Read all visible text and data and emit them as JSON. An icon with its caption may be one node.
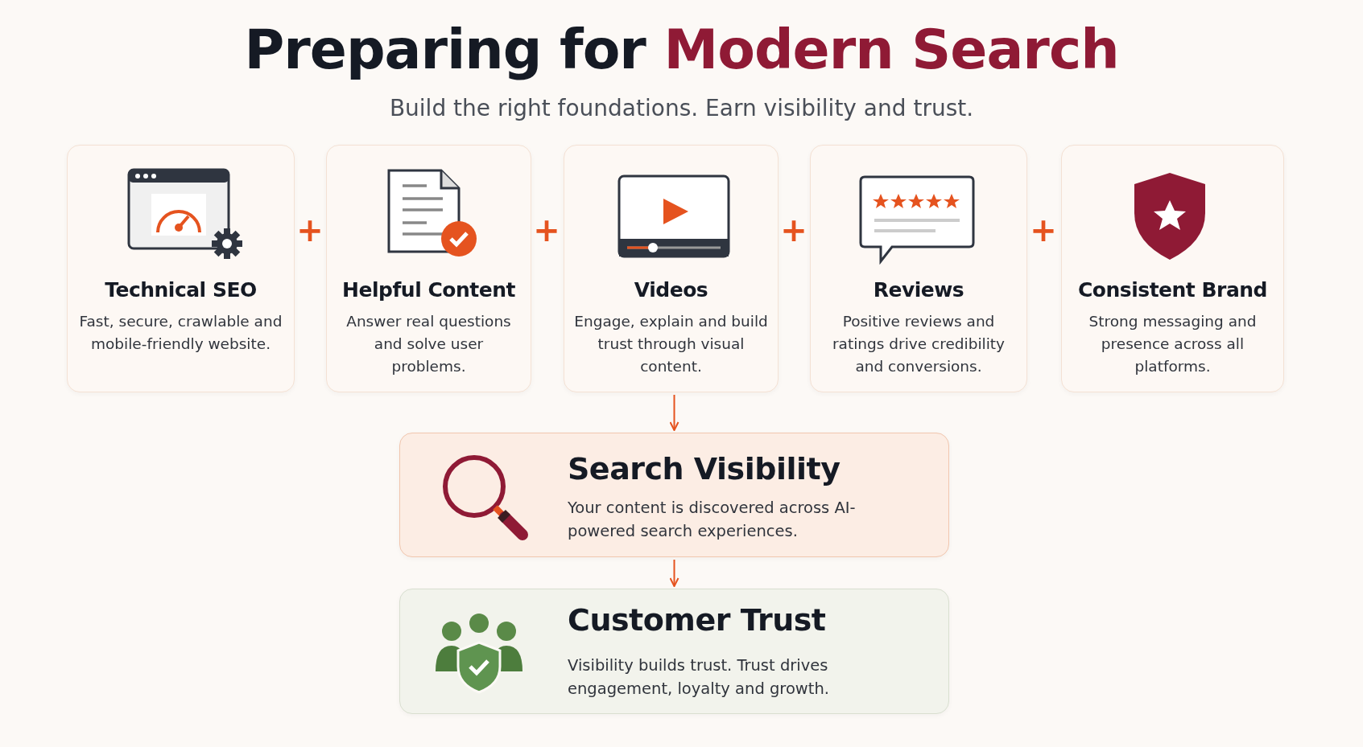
{
  "diagram": {
    "title": "Preparing for **Modern Search**",
    "caption": "Build the right foundations. Earn visibility and trust.",
    "nodes": [
      {
        "text": [
          "Technical SEO",
          "Fast, secure, crawlable and mobile-friendly website."
        ]
      },
      {
        "text": [
          "Helpful Content",
          "Answer real questions and solve user problems."
        ]
      },
      {
        "text": [
          "Videos",
          "Engage, explain and build trust through visual content."
        ]
      },
      {
        "text": [
          "Reviews",
          "Positive reviews and ratings drive credibility and conversions."
        ]
      },
      {
        "text": [
          "Consistent Brand",
          "Strong messaging and presence across all platforms."
        ]
      },
      {
        "text": [
          "Search Visibility",
          "Your content is discovered across AI-powered search experiences."
        ]
      },
      {
        "text": [
          "Customer Trust",
          "Visibility builds trust. Trust drives engagement, loyalty and growth."
        ]
      }
    ],
    "edges": [
      {
        "from": 2,
        "to": 5,
        "arrow": "to"
      },
      {
        "from": 5,
        "to": 6,
        "arrow": "to"
      }
    ],
    "labels": [
      "+",
      "+",
      "+",
      "+"
    ]
  }
}
